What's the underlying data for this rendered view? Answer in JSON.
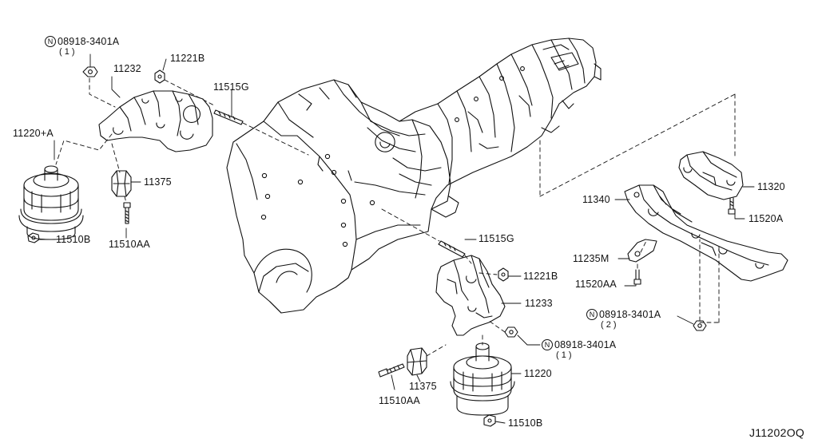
{
  "diagram": {
    "drawing_code": "J11202OQ",
    "callouts": {
      "nut_upper_left": {
        "mark": "N",
        "part": "08918-3401A",
        "qty": "( 1 )"
      },
      "bracket_left": "11232",
      "nut_11221b_left": "11221B",
      "stud_upper": "11515G",
      "insulator_left": "11220+A",
      "stopper_left": "11375",
      "nut_11510b_left": "11510B",
      "bolt_11510aa_left": "11510AA",
      "stud_lower": "11515G",
      "nut_11221b_right": "11221B",
      "bracket_right": "11233",
      "nut_lower_mid": {
        "mark": "N",
        "part": "08918-3401A",
        "qty": "( 1 )"
      },
      "insulator_right": "11220",
      "stopper_right": "11375",
      "bolt_11510aa_right": "11510AA",
      "nut_11510b_right": "11510B",
      "rear_mount": "11320",
      "member": "11340",
      "bolt_11520a": "11520A",
      "bracket_11235m": "11235M",
      "bolt_11520aa": "11520AA",
      "nut_member": {
        "mark": "N",
        "part": "08918-3401A",
        "qty": "( 2 )"
      }
    }
  }
}
